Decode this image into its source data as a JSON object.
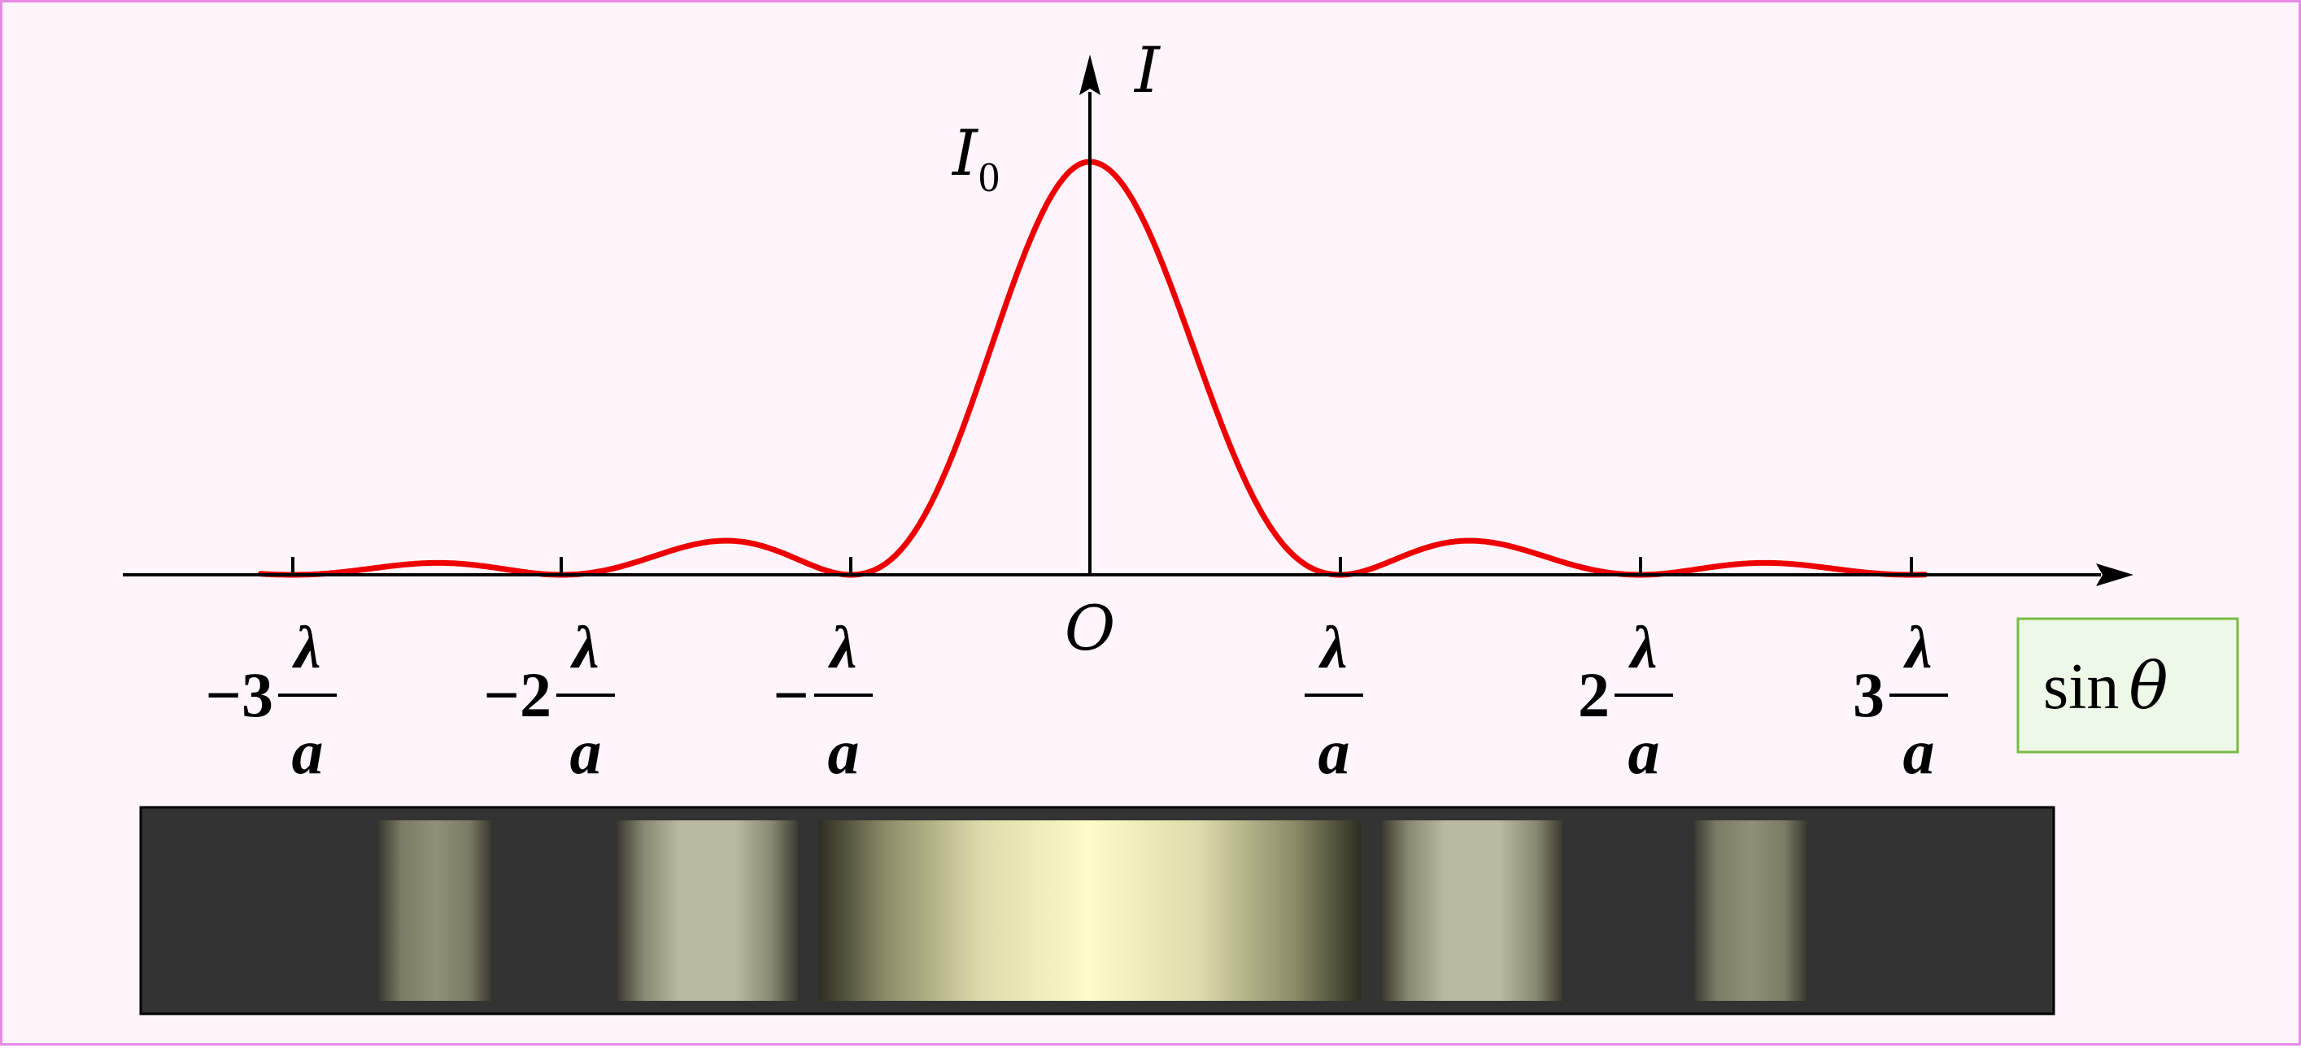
{
  "axes": {
    "y_label": "I",
    "peak_label_main": "I",
    "peak_label_sub": "0",
    "origin_label": "O",
    "x_label_func": "sin",
    "x_label_var": "θ"
  },
  "ticks": [
    {
      "coef": "−3",
      "num": "λ",
      "den": "a"
    },
    {
      "coef": "−2",
      "num": "λ",
      "den": "a"
    },
    {
      "coef": "−",
      "num": "λ",
      "den": "a"
    },
    {
      "coef": "",
      "num": "λ",
      "den": "a"
    },
    {
      "coef": "2",
      "num": "λ",
      "den": "a"
    },
    {
      "coef": "3",
      "num": "λ",
      "den": "a"
    }
  ],
  "colors": {
    "curve": "#ee0000",
    "axis": "#000000",
    "pattern_background": "#333333",
    "sin_box_fill": "#eef8e8",
    "sin_box_border": "#77bb44",
    "fringe_bright": "#fdfcc8"
  },
  "chart_data": {
    "type": "line",
    "function": "single-slit intensity I = I0 (sin β / β)^2",
    "x_units": "λ/a",
    "minima": [
      -3,
      -2,
      -1,
      1,
      2,
      3
    ],
    "peak": 1
  }
}
